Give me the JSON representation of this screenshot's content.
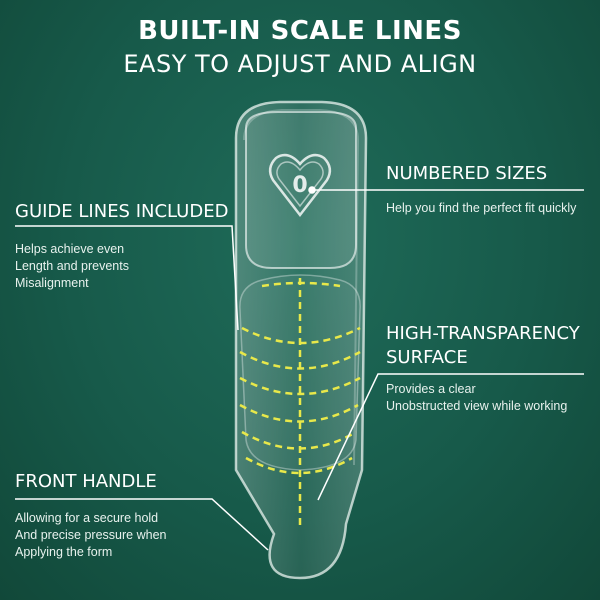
{
  "header": {
    "title": "BUILT-IN SCALE LINES",
    "subtitle": "EASY TO ADJUST AND ALIGN"
  },
  "features": {
    "numbered_sizes": {
      "heading": "NUMBERED SIZES",
      "lines": [
        "Help you find the perfect fit quickly"
      ]
    },
    "guide_lines": {
      "heading": "GUIDE LINES INCLUDED",
      "lines": [
        "Helps achieve even",
        "Length and prevents",
        "Misalignment"
      ]
    },
    "transparency": {
      "heading_lines": [
        "HIGH-TRANSPARENCY",
        "SURFACE"
      ],
      "lines": [
        "Provides a clear",
        "Unobstructed view while working"
      ]
    },
    "front_handle": {
      "heading": "FRONT HANDLE",
      "lines": [
        "Allowing for a secure hold",
        "And precise pressure when",
        "Applying the form"
      ]
    }
  },
  "product": {
    "size_number": "0",
    "guide_line_color": "#e8e84a",
    "callout_line_color": "#ffffff",
    "background_color": "#175a4a"
  }
}
